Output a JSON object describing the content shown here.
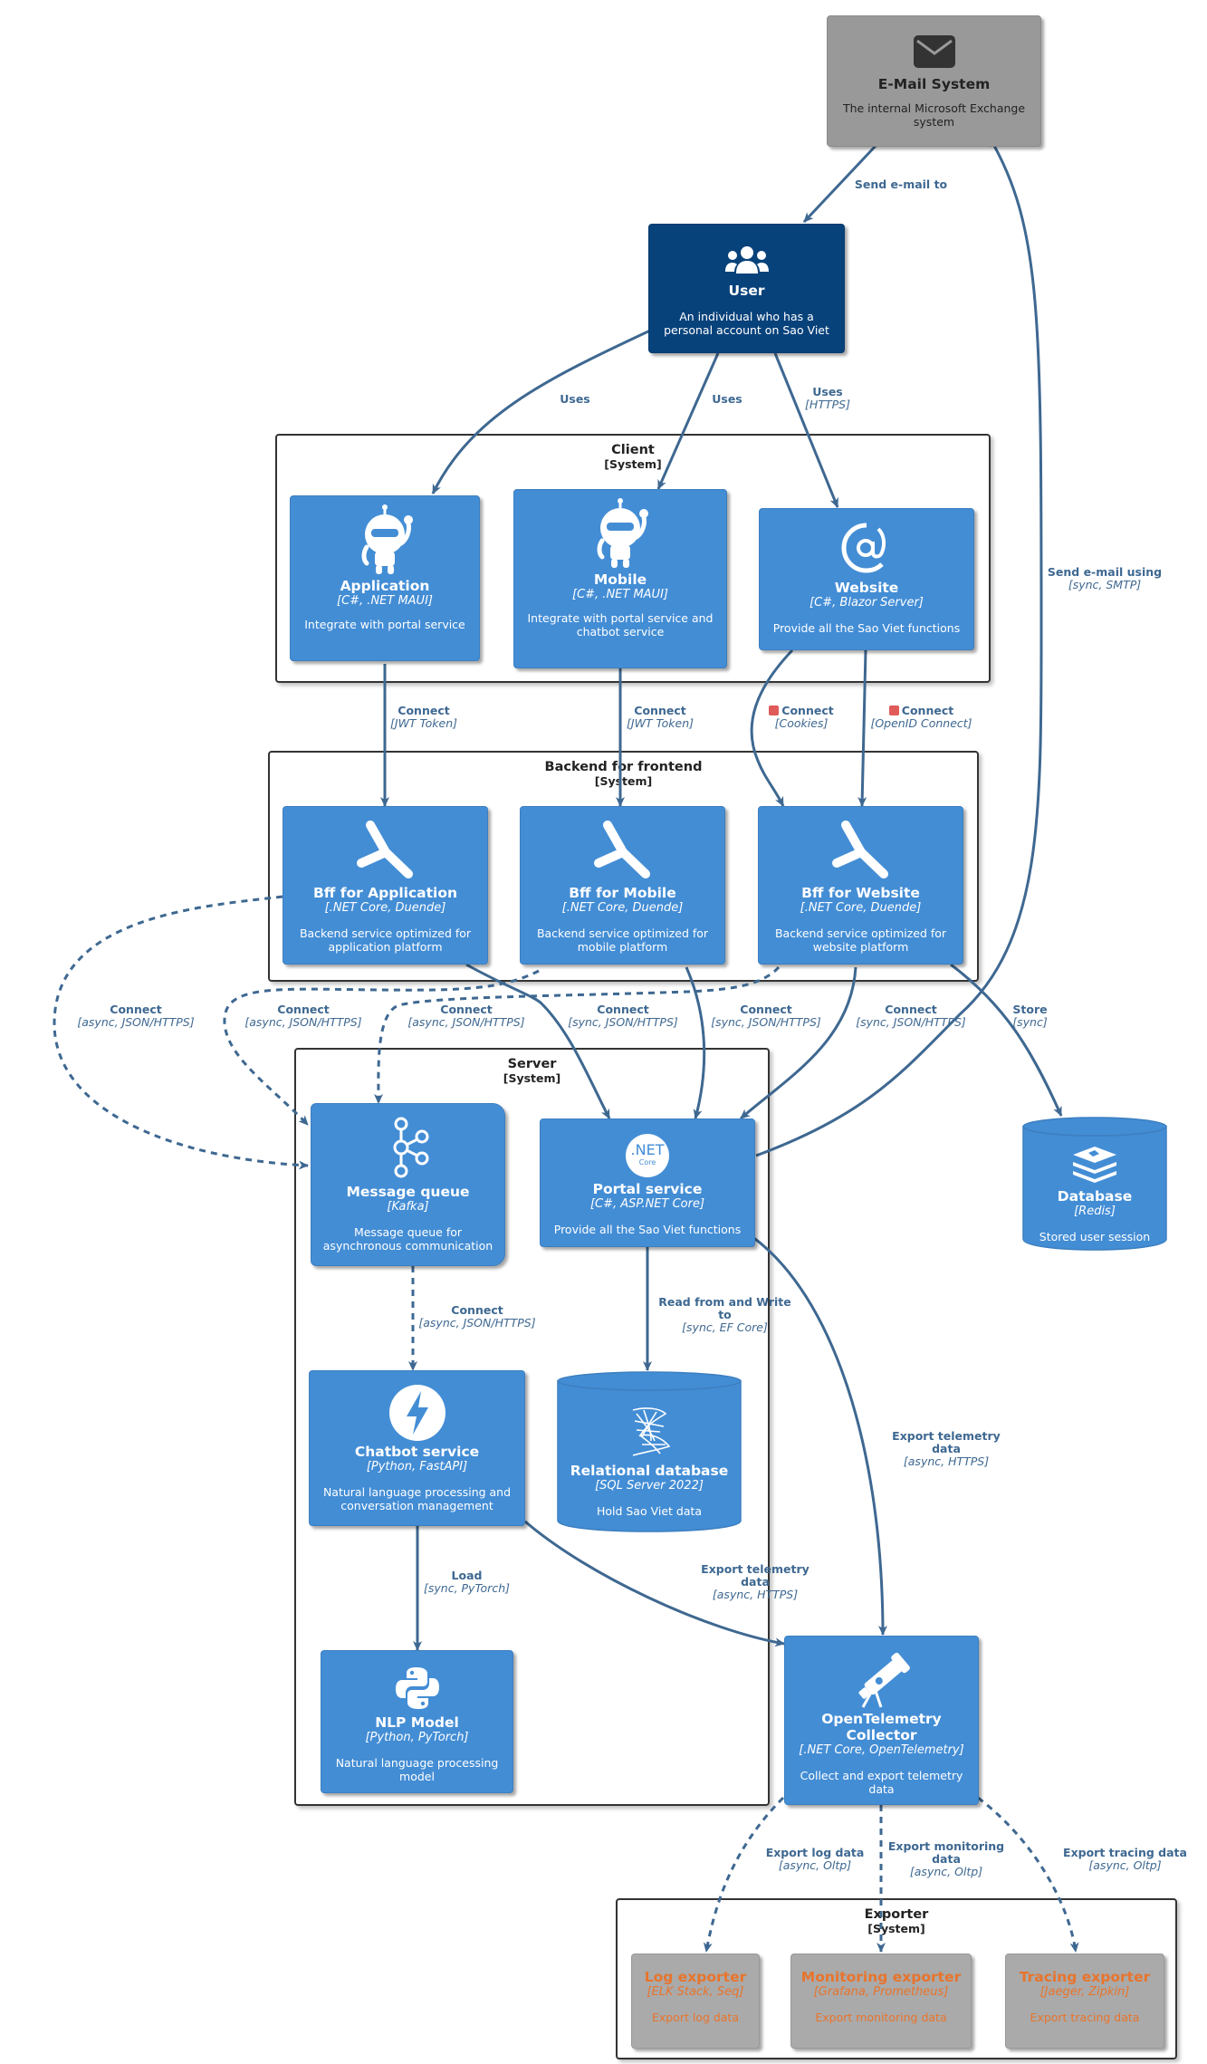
{
  "boundaries": {
    "client": {
      "title": "Client",
      "type": "[System]"
    },
    "bff": {
      "title": "Backend for frontend",
      "type": "[System]"
    },
    "server": {
      "title": "Server",
      "type": "[System]"
    },
    "exporter": {
      "title": "Exporter",
      "type": "[System]"
    }
  },
  "nodes": {
    "email": {
      "title": "E-Mail System",
      "desc": "The internal Microsoft Exchange system",
      "icon": "envelope-icon"
    },
    "user": {
      "title": "User",
      "desc": "An individual who has a personal account on Sao Viet",
      "icon": "users-icon"
    },
    "app": {
      "title": "Application",
      "tech": "[C#, .NET MAUI]",
      "desc": "Integrate with portal service",
      "icon": "dotnet-bot-icon"
    },
    "mobile": {
      "title": "Mobile",
      "tech": "[C#, .NET MAUI]",
      "desc": "Integrate with portal service and chatbot service",
      "icon": "dotnet-bot-icon"
    },
    "website": {
      "title": "Website",
      "tech": "[C#, Blazor Server]",
      "desc": "Provide all the Sao Viet functions",
      "icon": "blazor-icon"
    },
    "bff_app": {
      "title": "Bff for Application",
      "tech": "[.NET Core, Duende]",
      "desc": "Backend service optimized for application platform",
      "icon": "duende-icon"
    },
    "bff_mobile": {
      "title": "Bff for Mobile",
      "tech": "[.NET Core, Duende]",
      "desc": "Backend service optimized for mobile platform",
      "icon": "duende-icon"
    },
    "bff_web": {
      "title": "Bff for Website",
      "tech": "[.NET Core, Duende]",
      "desc": "Backend service optimized for website platform",
      "icon": "duende-icon"
    },
    "mq": {
      "title": "Message queue",
      "tech": "[Kafka]",
      "desc": "Message queue for asynchronous communication",
      "icon": "kafka-icon"
    },
    "portal": {
      "title": "Portal service",
      "tech": "[C#, ASP.NET Core]",
      "desc": "Provide all the Sao Viet functions",
      "icon": "dotnet-core-icon",
      "icon_text": ".NET",
      "icon_sub": "Core"
    },
    "redis": {
      "title": "Database",
      "tech": "[Redis]",
      "desc": "Stored user session",
      "icon": "redis-icon"
    },
    "chatbot": {
      "title": "Chatbot service",
      "tech": "[Python, FastAPI]",
      "desc": "Natural language processing and conversation management",
      "icon": "fastapi-icon"
    },
    "reldb": {
      "title": "Relational database",
      "tech": "[SQL Server 2022]",
      "desc": "Hold Sao Viet data",
      "icon": "sql-server-icon"
    },
    "nlp": {
      "title": "NLP Model",
      "tech": "[Python, PyTorch]",
      "desc": "Natural language processing model",
      "icon": "python-icon"
    },
    "otel": {
      "title": "OpenTelemetry Collector",
      "tech": "[.NET Core, OpenTelemetry]",
      "desc": "Collect and export telemetry data",
      "icon": "telescope-icon"
    },
    "logexp": {
      "title": "Log exporter",
      "tech": "[ELK Stack, Seq]",
      "desc": "Export log data"
    },
    "monexp": {
      "title": "Monitoring exporter",
      "tech": "[Grafana, Prometheus]",
      "desc": "Export monitoring data"
    },
    "trcexp": {
      "title": "Tracing exporter",
      "tech": "[Jaeger, Zipkin]",
      "desc": "Export tracing data"
    }
  },
  "edges": {
    "send_email_to": {
      "label": "Send e-mail to",
      "tech": ""
    },
    "uses_app": {
      "label": "Uses",
      "tech": ""
    },
    "uses_mobile": {
      "label": "Uses",
      "tech": ""
    },
    "uses_web": {
      "label": "Uses",
      "tech": "[HTTPS]"
    },
    "send_email_using": {
      "label": "Send e-mail using",
      "tech": "[sync, SMTP]"
    },
    "app_bff": {
      "label": "Connect",
      "tech": "[JWT Token]"
    },
    "mobile_bff": {
      "label": "Connect",
      "tech": "[JWT Token]"
    },
    "web_bff_cookies": {
      "label": "Connect",
      "tech": "[Cookies]"
    },
    "web_bff_oidc": {
      "label": "Connect",
      "tech": "[OpenID Connect]"
    },
    "bffapp_mq": {
      "label": "Connect",
      "tech": "[async, JSON/HTTPS]"
    },
    "bffmobile_mq": {
      "label": "Connect",
      "tech": "[async, JSON/HTTPS]"
    },
    "bffweb_mq": {
      "label": "Connect",
      "tech": "[async, JSON/HTTPS]"
    },
    "bffapp_portal": {
      "label": "Connect",
      "tech": "[sync, JSON/HTTPS]"
    },
    "bffmobile_portal": {
      "label": "Connect",
      "tech": "[sync, JSON/HTTPS]"
    },
    "bffweb_portal": {
      "label": "Connect",
      "tech": "[sync, JSON/HTTPS]"
    },
    "bffweb_redis": {
      "label": "Store",
      "tech": "[sync]"
    },
    "mq_chatbot": {
      "label": "Connect",
      "tech": "[async, JSON/HTTPS]"
    },
    "portal_db": {
      "label": "Read from and Write to",
      "tech": "[sync, EF Core]"
    },
    "portal_otel": {
      "label": "Export telemetry data",
      "tech": "[async, HTTPS]"
    },
    "chatbot_otel": {
      "label": "Export telemetry data",
      "tech": "[async, HTTPS]"
    },
    "chatbot_nlp": {
      "label": "Load",
      "tech": "[sync, PyTorch]"
    },
    "otel_log": {
      "label": "Export log data",
      "tech": "[async, Oltp]"
    },
    "otel_mon": {
      "label": "Export monitoring data",
      "tech": "[async, Oltp]"
    },
    "otel_trc": {
      "label": "Export tracing data",
      "tech": "[async, Oltp]"
    }
  },
  "colors": {
    "container": "#438dd5",
    "person": "#08427b",
    "external_system": "#999999",
    "external_container": "#aaaaaa",
    "arrow": "#3e6891",
    "external_text": "#e8742c"
  }
}
